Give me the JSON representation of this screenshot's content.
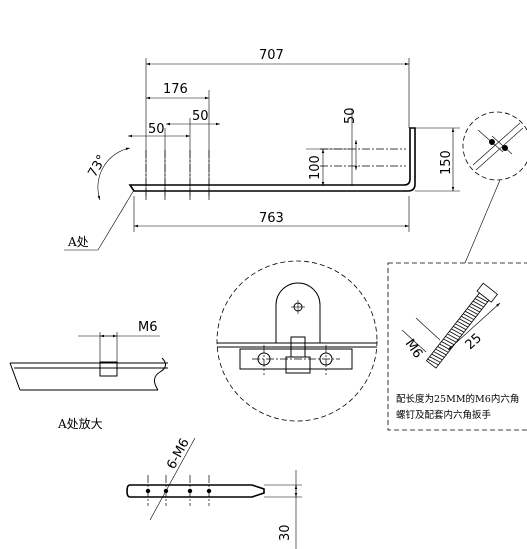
{
  "dimensions": {
    "overall_length": "707",
    "first_hole_offset": "176",
    "hole_spacing": "50",
    "left_hole_pitch": "50",
    "right_hole_pitch": "50",
    "upright_inner": "100",
    "upright_height": "150",
    "total_length": "763",
    "angle": "73°",
    "thread_length": "25",
    "thread_size": "M6",
    "hole_spec": "6-M6",
    "hole_spec_detail": "M6",
    "edge_height": "30"
  },
  "labels": {
    "detail_a": "A处",
    "detail_a_enlarged": "A处放大"
  },
  "note": {
    "line1": "配长度为25MM的M6内六角",
    "line2": "螺钉及配套内六角扳手"
  }
}
